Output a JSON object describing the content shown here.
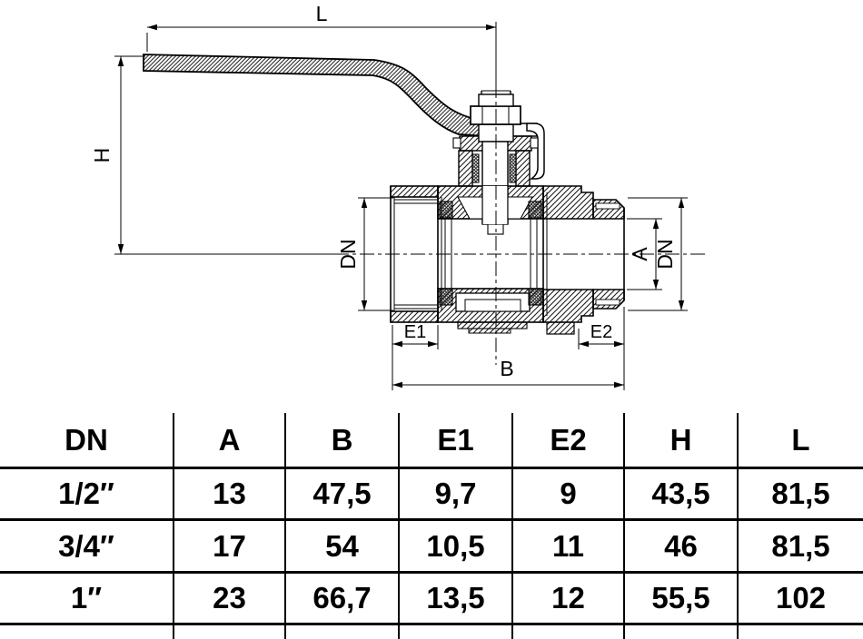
{
  "diagram": {
    "labels": {
      "length_top": "L",
      "height_left": "H",
      "dn_left": "DN",
      "bore_a": "A",
      "dn_right": "DN",
      "thread_e1": "E1",
      "thread_e2": "E2",
      "body_b": "B"
    }
  },
  "table": {
    "columns": [
      "DN",
      "A",
      "B",
      "E1",
      "E2",
      "H",
      "L"
    ],
    "rows": [
      [
        "1/2″",
        "13",
        "47,5",
        "9,7",
        "9",
        "43,5",
        "81,5"
      ],
      [
        "3/4″",
        "17",
        "54",
        "10,5",
        "11",
        "46",
        "81,5"
      ],
      [
        "1″",
        "23",
        "66,7",
        "13,5",
        "12",
        "55,5",
        "102"
      ]
    ]
  }
}
